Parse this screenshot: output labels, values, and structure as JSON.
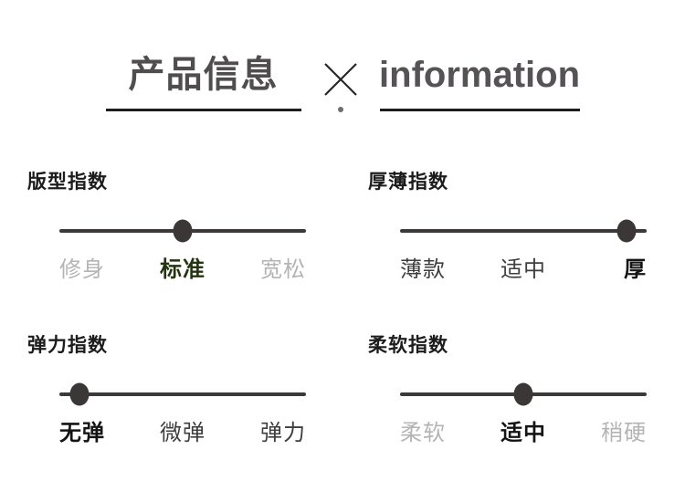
{
  "header": {
    "title_cn": "产品信息",
    "title_en": "information",
    "divider_icon": "multiply-cross-icon",
    "divider_dot": "small-dot"
  },
  "sliders": [
    {
      "title": "版型指数",
      "dot_percent": 50,
      "selected_label": "标准",
      "labels": [
        {
          "text": "修身",
          "state": "muted"
        },
        {
          "text": "标准",
          "state": "selected-green"
        },
        {
          "text": "宽松",
          "state": "muted"
        }
      ]
    },
    {
      "title": "厚薄指数",
      "dot_percent": 92,
      "selected_label": "厚",
      "labels": [
        {
          "text": "薄款",
          "state": "normal"
        },
        {
          "text": "适中",
          "state": "normal"
        },
        {
          "text": "厚",
          "state": "selected"
        }
      ]
    },
    {
      "title": "弹力指数",
      "dot_percent": 8,
      "selected_label": "无弹",
      "labels": [
        {
          "text": "无弹",
          "state": "selected"
        },
        {
          "text": "微弹",
          "state": "normal"
        },
        {
          "text": "弹力",
          "state": "normal"
        }
      ]
    },
    {
      "title": "柔软指数",
      "dot_percent": 50,
      "selected_label": "适中",
      "labels": [
        {
          "text": "柔软",
          "state": "muted"
        },
        {
          "text": "适中",
          "state": "selected"
        },
        {
          "text": "稍硬",
          "state": "muted"
        }
      ]
    }
  ],
  "colors": {
    "title_gray": "#4f4d4e",
    "underline": "#1d1d1d",
    "track": "#3c3939",
    "thumb": "#3c3737",
    "label_muted": "#b5b4b4",
    "label_normal": "#3e3e3e",
    "label_selected": "#141414",
    "label_selected_green": "#243310",
    "background": "#ffffff"
  }
}
